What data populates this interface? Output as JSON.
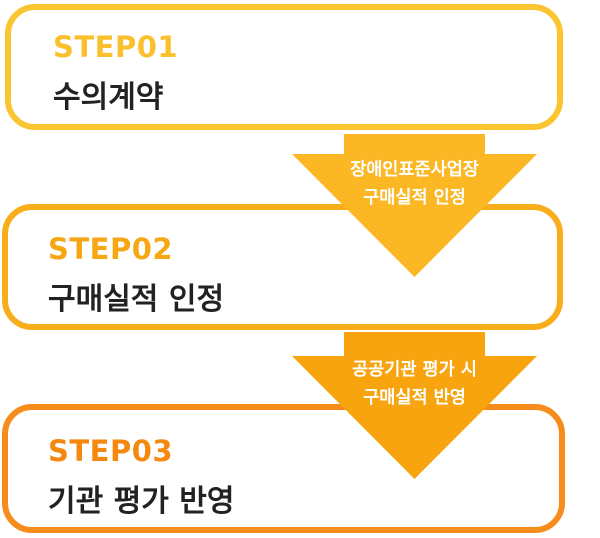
{
  "steps": [
    {
      "label": "STEP01",
      "title": "수의계약"
    },
    {
      "label": "STEP02",
      "title": "구매실적 인정"
    },
    {
      "label": "STEP03",
      "title": "기관 평가 반영"
    }
  ],
  "arrows": [
    {
      "line1": "장애인표준사업장",
      "line2": "구매실적 인정"
    },
    {
      "line1": "공공기관 평가 시",
      "line2": "구매실적 반영"
    }
  ],
  "colors": {
    "step1": "#fbc531",
    "step2": "#f8ad1b",
    "step3": "#f58c1c",
    "arrow1": "#fbb724",
    "arrow2": "#f7a40f"
  }
}
